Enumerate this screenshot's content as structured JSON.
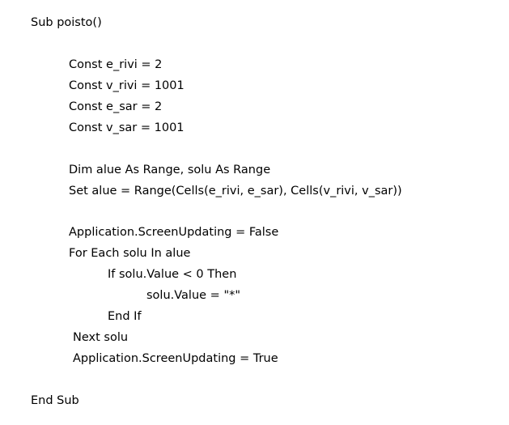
{
  "code": {
    "lines": [
      "Sub poisto()",
      "Const e_rivi = 2",
      "Const v_rivi = 1001",
      "Const e_sar = 2",
      "Const v_sar = 1001",
      "Dim alue As Range, solu As Range",
      "Set alue = Range(Cells(e_rivi, e_sar), Cells(v_rivi, v_sar))",
      "Application.ScreenUpdating = False",
      "For Each solu In alue",
      "If solu.Value < 0 Then",
      "solu.Value = \"*\"",
      "End If",
      "Next solu",
      "Application.ScreenUpdating = True",
      "End Sub"
    ]
  }
}
